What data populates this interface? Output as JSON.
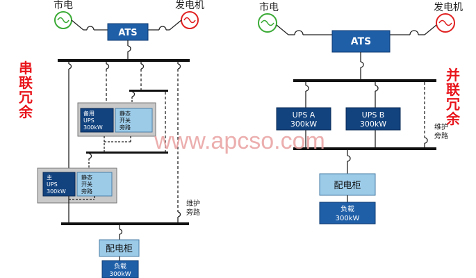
{
  "left": {
    "mains_label": "市电",
    "generator_label": "发电机",
    "ats_label": "ATS",
    "title_chars": [
      "串",
      "联",
      "冗",
      "余"
    ],
    "standby_ups": {
      "line1": "备用",
      "line2": "UPS",
      "line3": "300kW"
    },
    "standby_switch": {
      "line1": "静态",
      "line2": "开关",
      "line3": "旁路"
    },
    "main_ups": {
      "line1": "主",
      "line2": "UPS",
      "line3": "300kW"
    },
    "main_switch": {
      "line1": "静态",
      "line2": "开关",
      "line3": "旁路"
    },
    "bypass_line1": "维护",
    "bypass_line2": "旁路",
    "panel_label": "配电柜",
    "load_line1": "负载",
    "load_line2": "300kW"
  },
  "right": {
    "mains_label": "市电",
    "generator_label": "发电机",
    "ats_label": "ATS",
    "title_chars": [
      "并",
      "联",
      "冗",
      "余"
    ],
    "ups_a": {
      "line1": "UPS A",
      "line2": "300kW"
    },
    "ups_b": {
      "line1": "UPS B",
      "line2": "300kW"
    },
    "bypass_line1": "维护",
    "bypass_line2": "旁路",
    "panel_label": "配电柜",
    "load_line1": "负载",
    "load_line2": "300kW"
  },
  "watermark": "www.apcso.com",
  "colors": {
    "ats_blue": "#1f5fa8",
    "dark_blue": "#12437f",
    "light_blue": "#9ccbe8",
    "grey_box": "#c9c9c9",
    "mains_green": "#3aaa35",
    "gen_red": "#e02020",
    "title_red": "#e8141b",
    "watermark_red": "#e9a0a0"
  }
}
